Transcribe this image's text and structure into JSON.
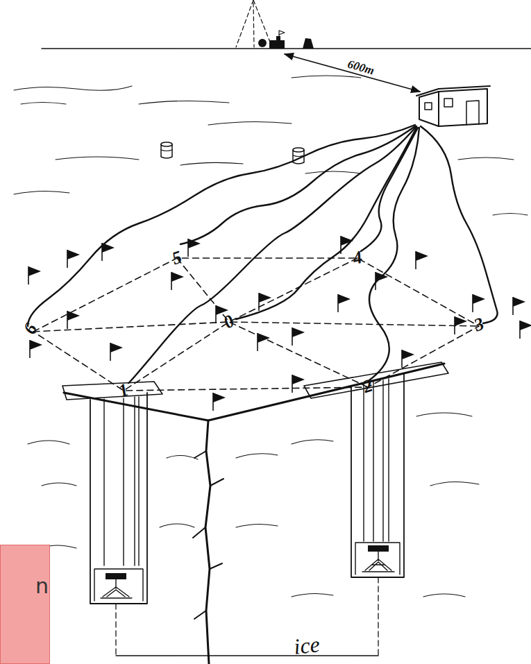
{
  "diagram": {
    "nodes": [
      {
        "text": [
          "n"
        ]
      }
    ],
    "labels": [
      "600m",
      "5",
      "4",
      "6",
      "0",
      "3",
      "1",
      "2",
      "ice"
    ]
  }
}
